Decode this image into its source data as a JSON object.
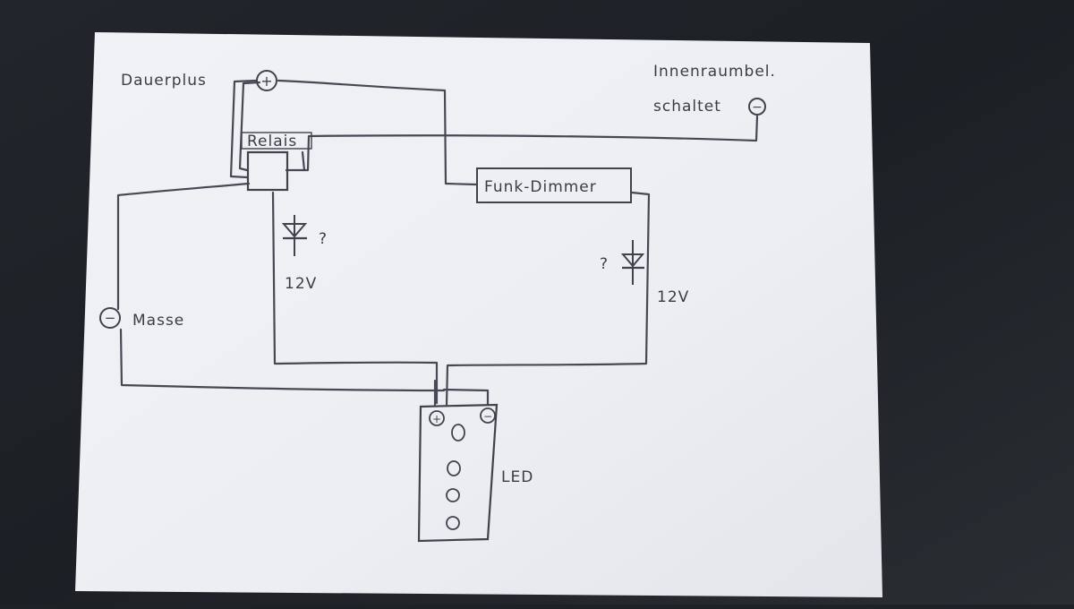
{
  "labels": {
    "dauerplus": "Dauerplus",
    "innenraum_line1": "Innenraumbel.",
    "innenraum_line2": "schaltet",
    "relais": "Relais",
    "funk_dimmer": "Funk-Dimmer",
    "masse": "Masse",
    "voltage_left": "12V",
    "voltage_right": "12V",
    "question_left": "?",
    "question_right": "?",
    "led": "LED"
  },
  "terminals": {
    "dauerplus": "+",
    "innenraum": "−",
    "masse": "−",
    "led_plus": "+",
    "led_minus": "−"
  },
  "colors": {
    "background": "#1e2227",
    "paper": "#eef0f4",
    "ink": "#3f434c"
  }
}
